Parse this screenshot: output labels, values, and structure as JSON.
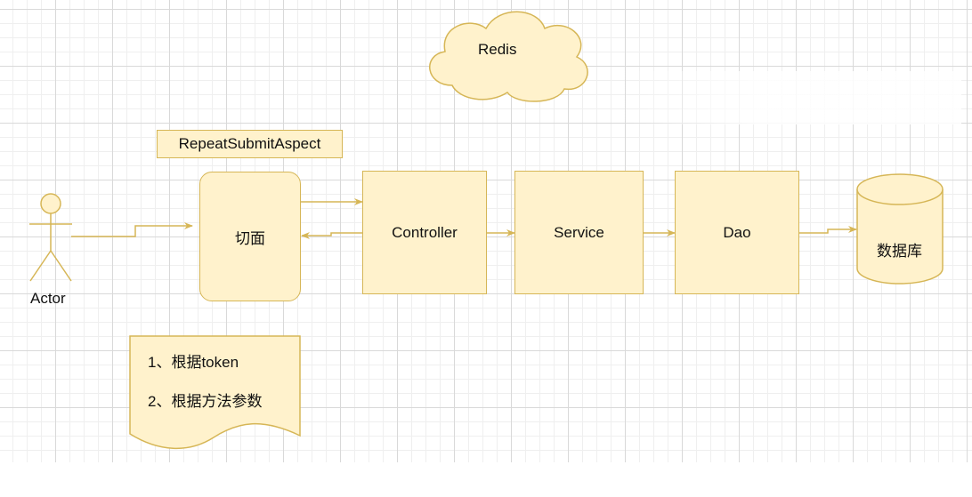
{
  "colors": {
    "fill": "#fff2cc",
    "stroke": "#d6b656",
    "text": "#111111"
  },
  "icons": [
    "actor-stick-figure-icon",
    "cloud-shape-icon",
    "database-cylinder-icon",
    "document-shape-icon"
  ],
  "nodes": {
    "cache": "Redis",
    "aspect_label": "RepeatSubmitAspect",
    "aspect": "切面",
    "controller": "Controller",
    "service": "Service",
    "dao": "Dao",
    "database": "数据库",
    "actor": "Actor"
  },
  "note": {
    "line1": "1、根据token",
    "line2": "2、根据方法参数"
  }
}
